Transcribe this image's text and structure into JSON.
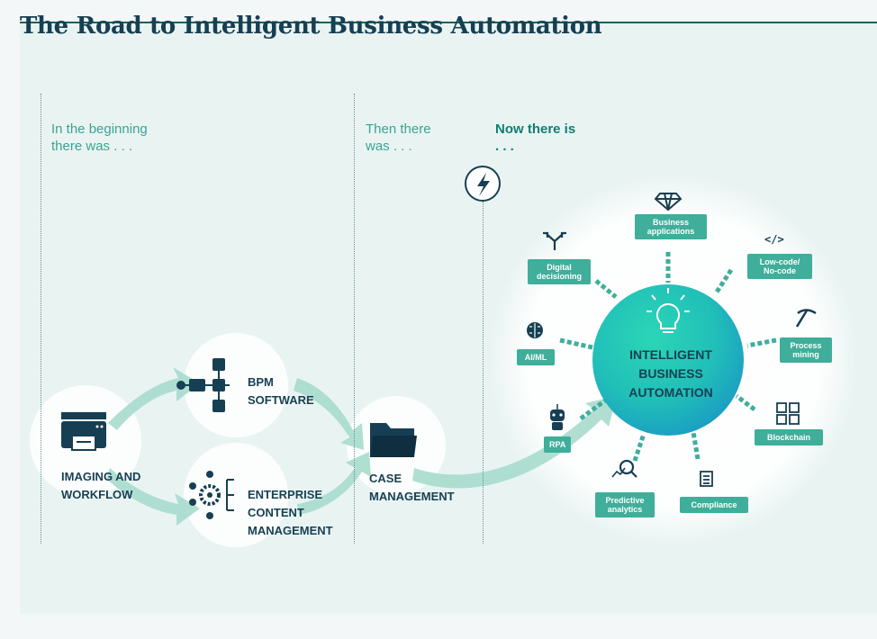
{
  "title": "The Road to Intelligent Business Automation",
  "eras": {
    "beginning": "In the beginning there was . . .",
    "then": "Then there was . . .",
    "now": "Now there is . . ."
  },
  "stages": {
    "imaging": "IMAGING AND WORKFLOW",
    "bpm": "BPM SOFTWARE",
    "ecm": "ENTERPRISE CONTENT MANAGEMENT",
    "case": "CASE MANAGEMENT"
  },
  "hub": "INTELLIGENT BUSINESS AUTOMATION",
  "capabilities": {
    "business_applications": "Business applications",
    "low_code": "Low-code/ No-code",
    "process_mining": "Process mining",
    "blockchain": "Blockchain",
    "compliance": "Compliance",
    "predictive_analytics": "Predictive analytics",
    "rpa": "RPA",
    "ai_ml": "AI/ML",
    "digital_decisioning": "Digital decisioning"
  },
  "colors": {
    "navy": "#173f53",
    "teal": "#3fae9a",
    "hub_center": "#27cfb4",
    "hub_edge": "#1aa3c0",
    "arrow": "#a7dccd",
    "background": "#e9f4f2"
  },
  "icons": {
    "imaging": "printer-icon",
    "bpm": "flowchart-icon",
    "ecm": "gear-network-icon",
    "case": "folder-icon",
    "lightning": "lightning-bolt-icon",
    "hub": "lightbulb-icon"
  }
}
